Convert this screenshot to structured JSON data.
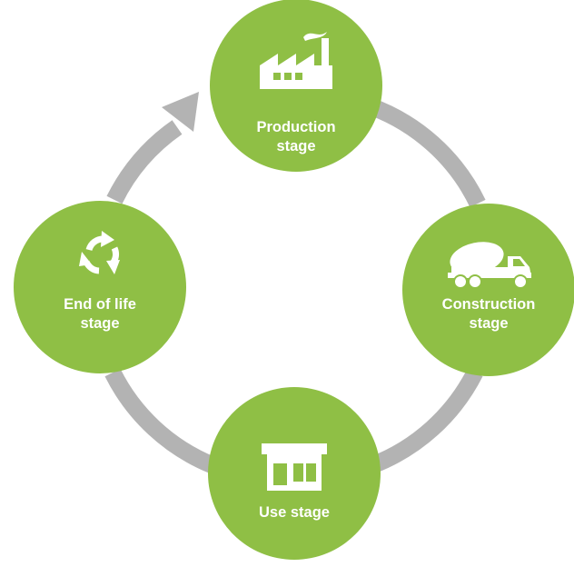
{
  "stages": {
    "production": {
      "line1": "Production",
      "line2": "stage",
      "icon": "factory-icon"
    },
    "construction": {
      "line1": "Construction",
      "line2": "stage",
      "icon": "concrete-mixer-truck-icon"
    },
    "use": {
      "line1": "Use stage",
      "icon": "building-icon"
    },
    "end_of_life": {
      "line1": "End of life",
      "line2": "stage",
      "icon": "recycle-icon"
    }
  },
  "colors": {
    "circle": "#8fbf45",
    "ring": "#b3b3b3",
    "icon": "#ffffff"
  }
}
